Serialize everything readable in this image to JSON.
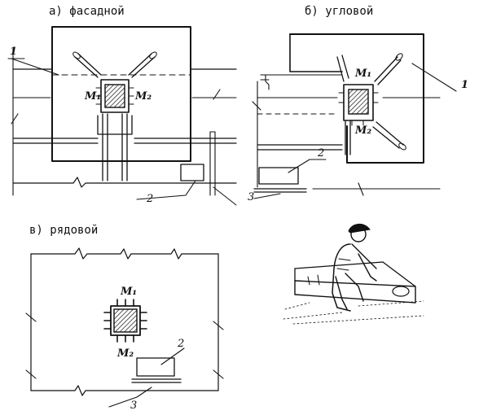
{
  "panels": {
    "facade": {
      "title": "а) фасадной",
      "m1": "М₁",
      "m2": "М₂",
      "callout_1": "1",
      "callout_2": "2"
    },
    "corner": {
      "title": "б) угловой",
      "m1": "М₁",
      "m2": "М₂",
      "callout_1": "1",
      "callout_2": "2",
      "callout_3": "3"
    },
    "row": {
      "title": "в) рядовой",
      "m1": "М₁",
      "m2": "М₂",
      "callout_2": "2",
      "callout_3": "3"
    }
  },
  "colors": {
    "ink": "#111111",
    "paper": "#ffffff"
  }
}
